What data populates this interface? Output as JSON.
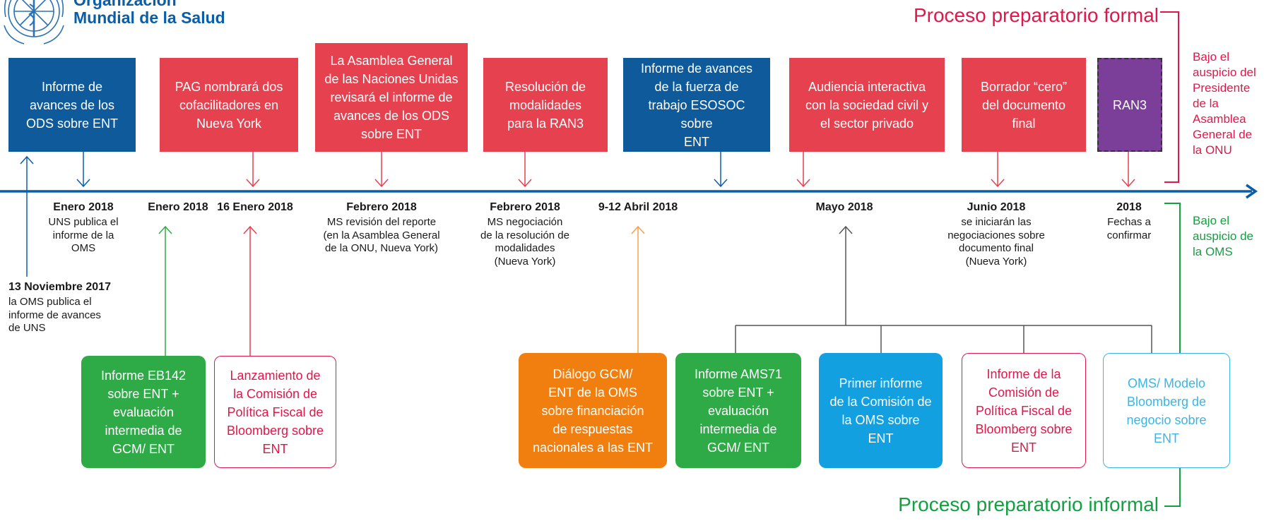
{
  "header": {
    "logo_line1": "Organización",
    "logo_line2": "Mundial de la Salud"
  },
  "titles": {
    "formal": "Proceso preparatorio formal",
    "informal": "Proceso preparatorio informal"
  },
  "side_notes": {
    "top": "Bajo el auspicio del Presidente de la Asamblea General de la ONU",
    "bottom": "Bajo el auspicio de la OMS"
  },
  "top_boxes": [
    {
      "lines": [
        "Informe de",
        "avances de los",
        "ODS sobre ENT"
      ],
      "color": "#0f5a9b"
    },
    {
      "lines": [
        "PAG nombrará dos",
        "cofacilitadores en",
        "Nueva York"
      ],
      "color": "#e5414f"
    },
    {
      "lines": [
        "La Asamblea General",
        "de las Naciones Unidas",
        "revisará el informe de",
        "avances de los ODS",
        "sobre ENT"
      ],
      "color": "#e5414f"
    },
    {
      "lines": [
        "Resolución de",
        "modalidades",
        "para la RAN3"
      ],
      "color": "#e5414f"
    },
    {
      "lines": [
        "Informe de avances",
        "de la fuerza de",
        "trabajo ESOSOC sobre",
        "ENT"
      ],
      "color": "#0f5a9b"
    },
    {
      "lines": [
        "Audiencia interactiva",
        "con la sociedad civil y",
        "el sector privado"
      ],
      "color": "#e5414f"
    },
    {
      "lines": [
        "Borrador “cero”",
        "del documento",
        "final"
      ],
      "color": "#e5414f"
    },
    {
      "lines": [
        "RAN3"
      ],
      "color": "#7b3f99"
    }
  ],
  "dates": [
    {
      "date": "Enero 2018",
      "desc": [
        "UNS publica el",
        "informe de la",
        "OMS"
      ]
    },
    {
      "date": "Enero 2018",
      "desc": []
    },
    {
      "date": "16 Enero 2018",
      "desc": []
    },
    {
      "date": "Febrero 2018",
      "desc": [
        "MS revisión del reporte",
        "(en la Asamblea General",
        "de la ONU, Nueva York)"
      ]
    },
    {
      "date": "Febrero 2018",
      "desc": [
        "MS negociación",
        "de la resolución de",
        "modalidades",
        "(Nueva York)"
      ]
    },
    {
      "date": "9-12 Abril 2018",
      "desc": []
    },
    {
      "date": "Mayo 2018",
      "desc": []
    },
    {
      "date": "Junio 2018",
      "desc": [
        "se iniciarán las",
        "negociaciones sobre",
        "documento final",
        "(Nueva York)"
      ]
    },
    {
      "date": "2018",
      "desc": [
        "Fechas a",
        "confirmar"
      ]
    }
  ],
  "left_event": {
    "date": "13 Noviembre 2017",
    "desc": [
      "la OMS publica el",
      "informe de avances",
      "de UNS"
    ]
  },
  "bottom_boxes": [
    {
      "lines": [
        "Informe EB142",
        "sobre ENT +",
        "evaluación",
        "intermedia de",
        "GCM/ ENT"
      ],
      "style": "solid-green"
    },
    {
      "lines": [
        "Lanzamiento de",
        "la Comisión de",
        "Política Fiscal de",
        "Bloomberg sobre",
        "ENT"
      ],
      "style": "outline-red"
    },
    {
      "lines": [
        "Diálogo GCM/",
        "ENT de la OMS",
        "sobre financiación",
        "de respuestas",
        "nacionales a las ENT"
      ],
      "style": "solid-orange"
    },
    {
      "lines": [
        "Informe AMS71",
        "sobre ENT +",
        "evaluación",
        "intermedia de",
        "GCM/ ENT"
      ],
      "style": "solid-green"
    },
    {
      "lines": [
        "Primer informe",
        "de la Comisión de",
        "la OMS sobre ENT"
      ],
      "style": "solid-cyan"
    },
    {
      "lines": [
        "Informe de la",
        "Comisión de",
        "Política Fiscal de",
        "Bloomberg sobre",
        "ENT"
      ],
      "style": "outline-red"
    },
    {
      "lines": [
        "OMS/ Modelo",
        "Bloomberg de",
        "negocio sobre",
        "ENT"
      ],
      "style": "outline-cyan"
    }
  ],
  "colors": {
    "timeline": "#0a5ea8",
    "formal": "#e0174a",
    "informal": "#12a040",
    "orange_arrow": "#f5a04a",
    "gray": "#555555"
  }
}
